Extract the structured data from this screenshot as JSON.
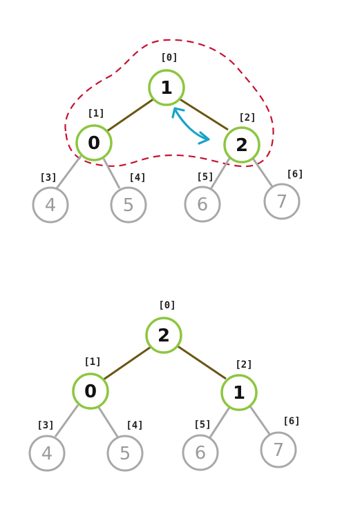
{
  "colors": {
    "active_stroke": "#8cc63f",
    "inactive_stroke": "#a8a8a8",
    "active_edge": "#6b5512",
    "dashed_outline": "#c8102e",
    "swap_arrow": "#1aa3c8"
  },
  "tree_before": {
    "nodes": [
      {
        "index_label": "[0]",
        "value": "1",
        "active": true
      },
      {
        "index_label": "[1]",
        "value": "0",
        "active": true
      },
      {
        "index_label": "[2]",
        "value": "2",
        "active": true
      },
      {
        "index_label": "[3]",
        "value": "4",
        "active": false
      },
      {
        "index_label": "[4]",
        "value": "5",
        "active": false
      },
      {
        "index_label": "[5]",
        "value": "6",
        "active": false
      },
      {
        "index_label": "[6]",
        "value": "7",
        "active": false
      }
    ]
  },
  "tree_after": {
    "nodes": [
      {
        "index_label": "[0]",
        "value": "2",
        "active": true
      },
      {
        "index_label": "[1]",
        "value": "0",
        "active": true
      },
      {
        "index_label": "[2]",
        "value": "1",
        "active": true
      },
      {
        "index_label": "[3]",
        "value": "4",
        "active": false
      },
      {
        "index_label": "[4]",
        "value": "5",
        "active": false
      },
      {
        "index_label": "[5]",
        "value": "6",
        "active": false
      },
      {
        "index_label": "[6]",
        "value": "7",
        "active": false
      }
    ]
  },
  "annotations": {
    "swap_arrow_icon": "double-headed-curved-arrow",
    "highlight_outline": "dashed-outline"
  }
}
